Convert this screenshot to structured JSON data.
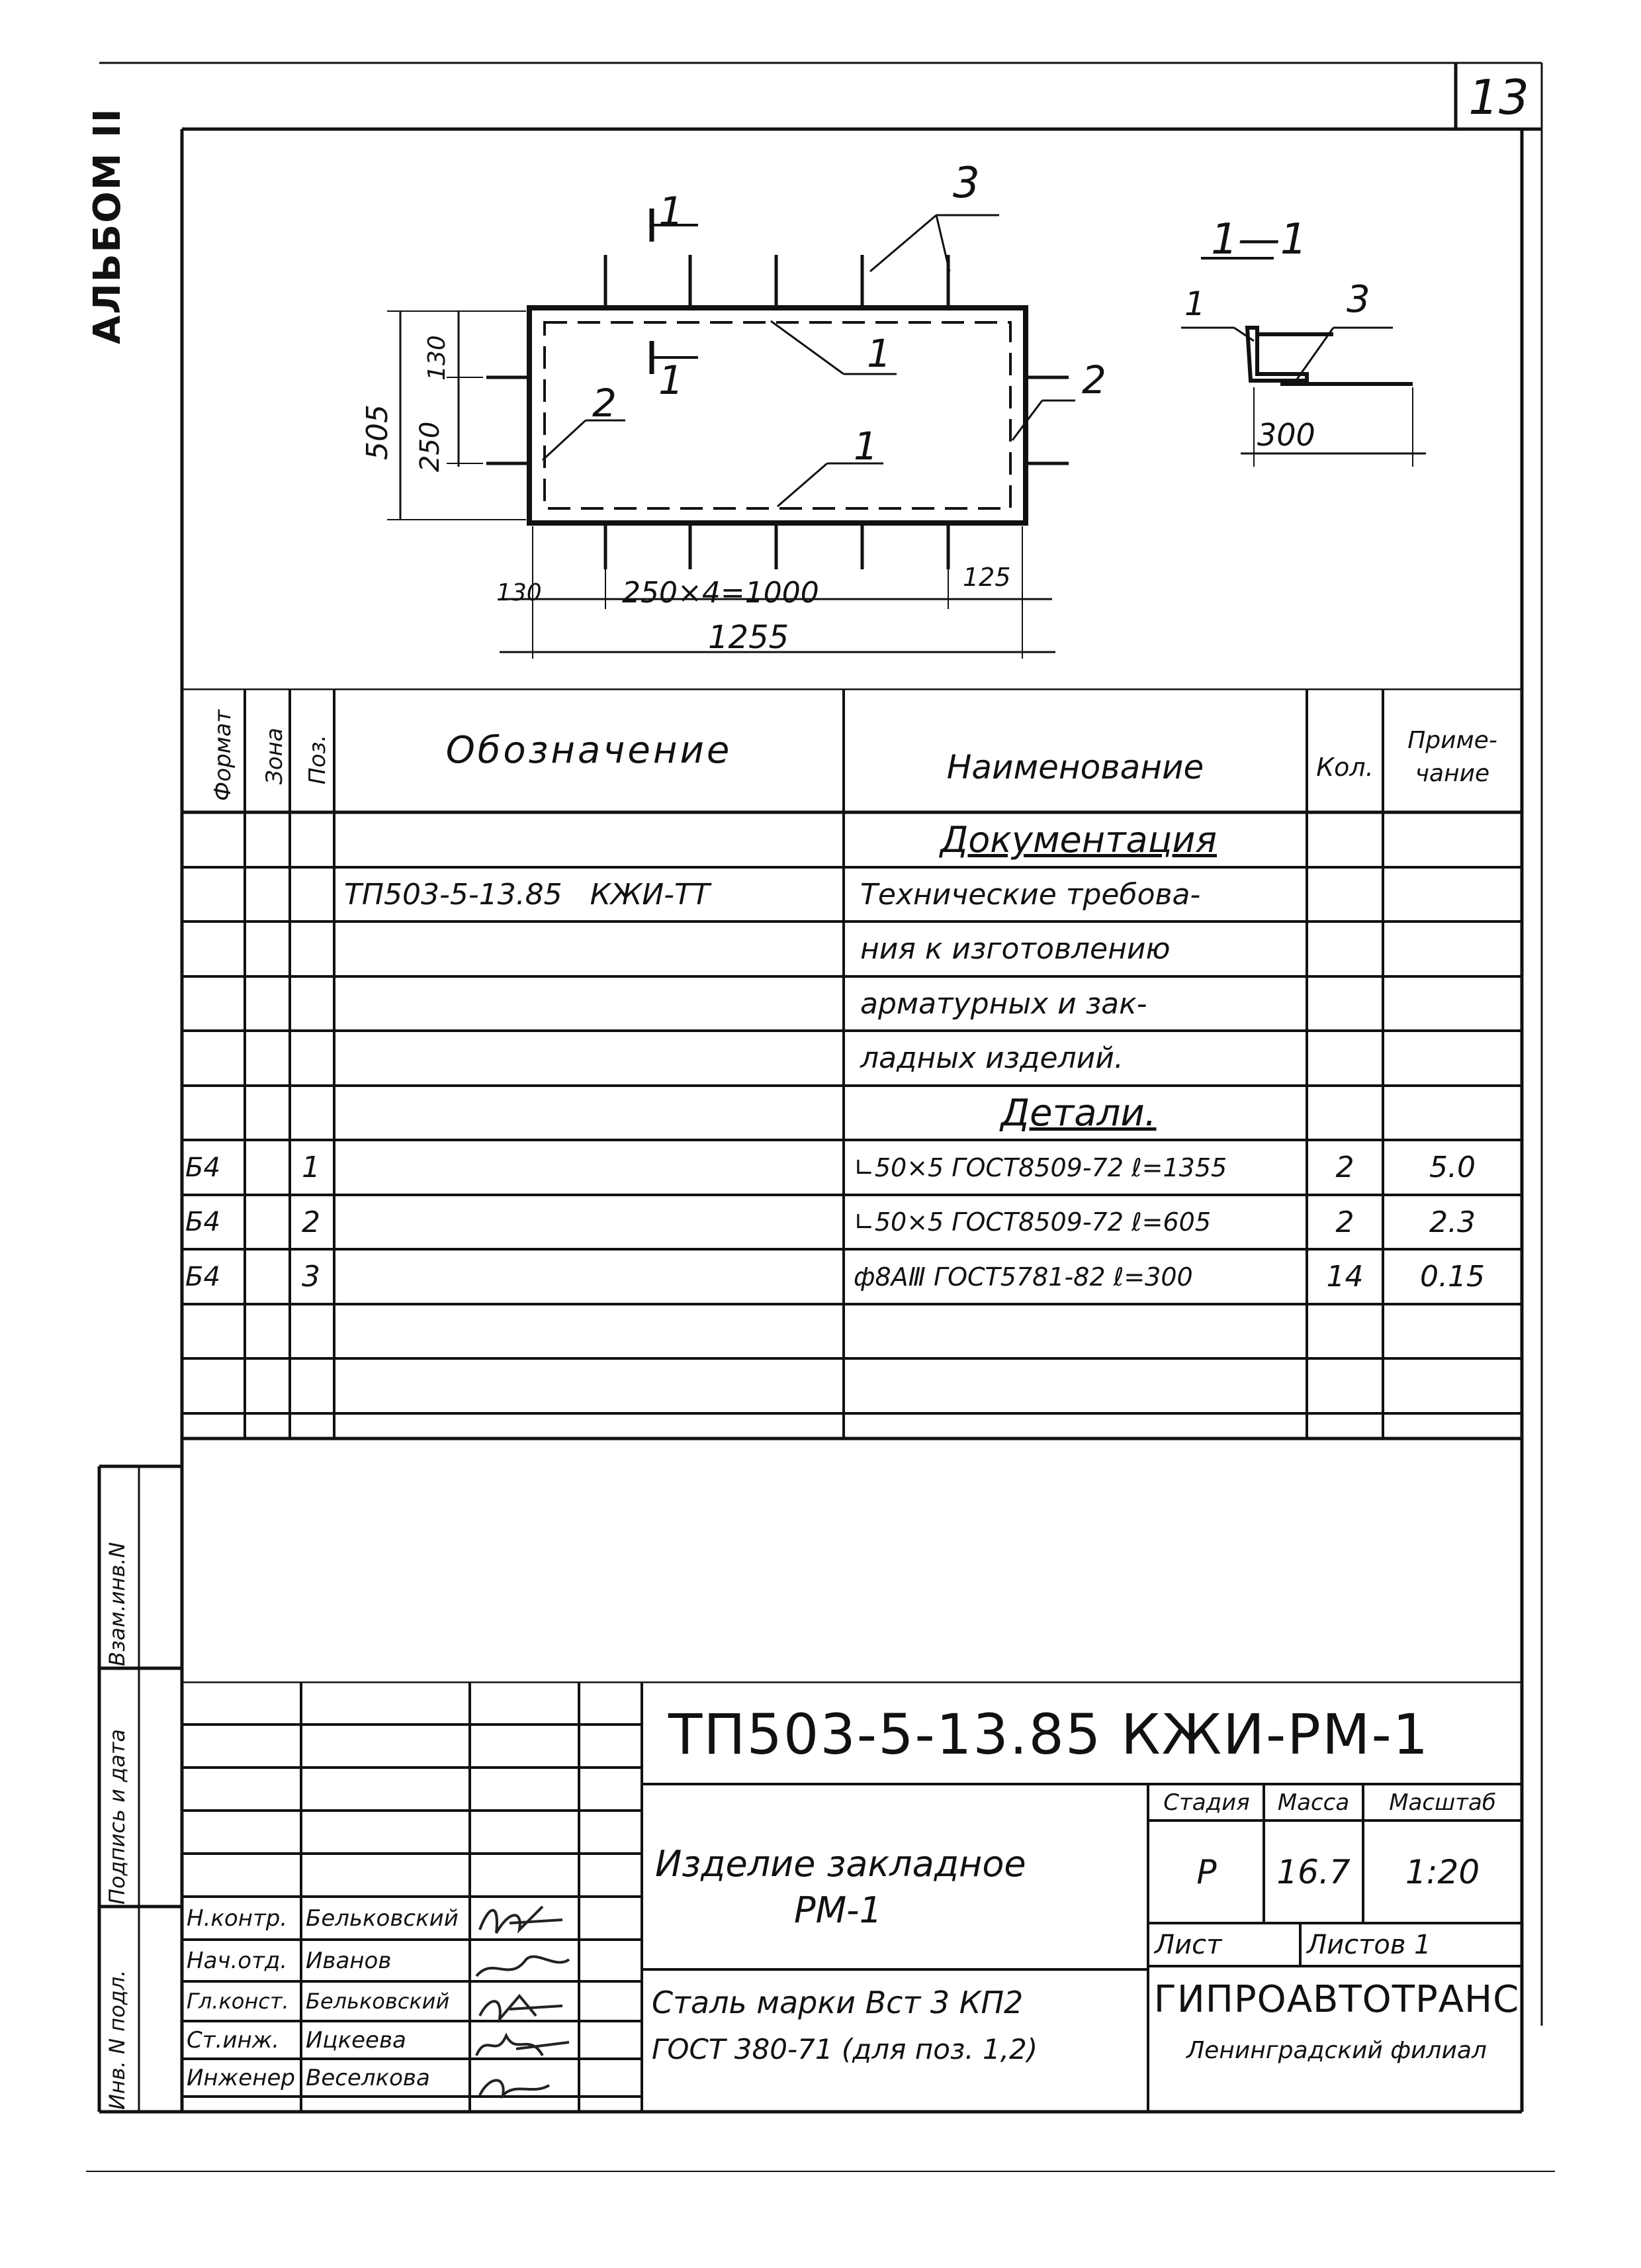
{
  "album_label": "АЛЬБОМ II",
  "sheet_number": "13",
  "drawing": {
    "section_mark": "1",
    "section_title": "1—1",
    "leaders": {
      "p1": "1",
      "p2": "2",
      "p3": "3"
    },
    "dims": {
      "total_height": "505",
      "inner_height": "250",
      "top_offset": "130",
      "left_offset": "130",
      "spacing": "250×4=1000",
      "right_offset": "125",
      "total_width": "1255",
      "section_width": "300"
    }
  },
  "spec": {
    "headers": {
      "format": "Формат",
      "zone": "Зона",
      "pos": "Поз.",
      "designation": "Обозначение",
      "name": "Наименование",
      "qty": "Кол.",
      "note": "Приме-чание"
    },
    "doc_section": "Документация",
    "doc_designation": "ТП503-5-13.85   КЖИ-ТТ",
    "doc_name_lines": [
      "Технические требова-",
      "ния к изготовлению",
      "арматурных и зак-",
      "ладных изделий."
    ],
    "details_section": "Детали.",
    "rows": [
      {
        "format": "Б4",
        "pos": "1",
        "name": "∟50×5 ГОСТ8509-72 ℓ=1355",
        "qty": "2",
        "note": "5.0"
      },
      {
        "format": "Б4",
        "pos": "2",
        "name": "∟50×5 ГОСТ8509-72 ℓ=605",
        "qty": "2",
        "note": "2.3"
      },
      {
        "format": "Б4",
        "pos": "3",
        "name": "ф8АⅢ ГОСТ5781-82 ℓ=300",
        "qty": "14",
        "note": "0.15"
      }
    ]
  },
  "stamp_side": {
    "inv_dupl": "Взам.инв.N",
    "sign_date": "Подпись и дата",
    "inv_orig": "Инв. N подл."
  },
  "title_block": {
    "code": "ТП503-5-13.85 КЖИ-РМ-1",
    "item_name_line1": "Изделие закладное",
    "item_name_line2": "РМ-1",
    "material_line1": "Сталь марки Вст 3 КП2",
    "material_line2": "ГОСТ 380-71 (для поз. 1,2)",
    "stage_label": "Стадия",
    "mass_label": "Масса",
    "scale_label": "Масштаб",
    "stage": "Р",
    "mass": "16.7",
    "scale": "1:20",
    "sheet_label": "Лист",
    "sheets_label": "Листов 1",
    "org_name": "ГИПРОАВТОТРАНС",
    "org_branch": "Ленинградский филиал",
    "signers": [
      {
        "role": "Н.контр.",
        "name": "Бельковский"
      },
      {
        "role": "Нач.отд.",
        "name": "Иванов"
      },
      {
        "role": "Гл.конст.",
        "name": "Бельковский"
      },
      {
        "role": "Ст.инж.",
        "name": "Ицкеева"
      },
      {
        "role": "Инженер",
        "name": "Веселкова"
      }
    ]
  }
}
